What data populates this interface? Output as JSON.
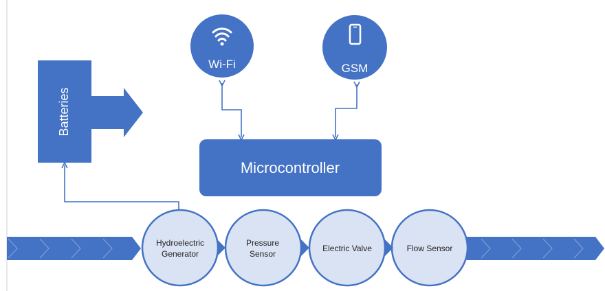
{
  "colors": {
    "primary": "#4472c4",
    "light_fill": "#dae3f3",
    "stroke": "#4472c4",
    "white": "#ffffff",
    "text_dark": "#1f1f1f"
  },
  "nodes": {
    "wifi": {
      "label": "Wi-Fi",
      "icon": "wifi-icon"
    },
    "gsm": {
      "label": "GSM",
      "icon": "smartphone-icon"
    },
    "batteries": {
      "label": "Batteries"
    },
    "microcontroller": {
      "label": "Microcontroller"
    }
  },
  "pipeline": {
    "stages": [
      {
        "line1": "Hydroelectric",
        "line2": "Generator"
      },
      {
        "line1": "Pressure",
        "line2": "Sensor"
      },
      {
        "line1": "Electric Valve",
        "line2": ""
      },
      {
        "line1": "Flow Sensor",
        "line2": ""
      }
    ]
  }
}
